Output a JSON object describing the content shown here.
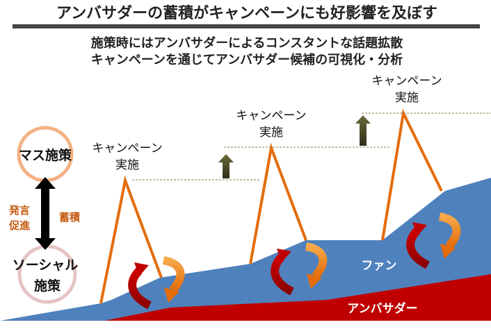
{
  "title": "アンバサダーの蓄積がキャンペーンにも好影響を及ぼす",
  "subtitle": [
    "施策時にはアンバサダーによるコンスタントな話題拡散",
    "キャンペーンを通じてアンバサダー候補の可視化・分析"
  ],
  "campaigns": [
    {
      "line1": "キャンペーン",
      "line2": "実施"
    },
    {
      "line1": "キャンペーン",
      "line2": "実施"
    },
    {
      "line1": "キャンペーン",
      "line2": "実施"
    }
  ],
  "left": {
    "mass": "マス施策",
    "social_line1": "ソーシャル",
    "social_line2": "施策",
    "promote_line1": "発言",
    "promote_line2": "促進",
    "accumulate": "蓄積"
  },
  "areas": {
    "fan": "ファン",
    "ambassador": "アンバサダー"
  },
  "colors": {
    "fan": "#4f81bd",
    "ambassador": "#c00000",
    "campaign_line": "#e46c0a",
    "accent_text": "#c55a11"
  }
}
